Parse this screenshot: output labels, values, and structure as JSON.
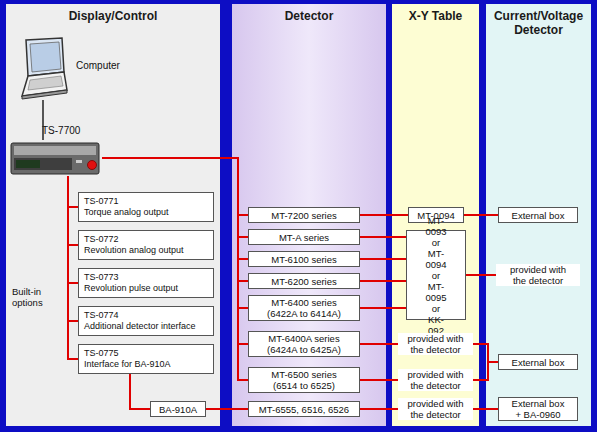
{
  "diagram": {
    "nodes": [
      {
        "text": [
          "Display/Control"
        ]
      },
      {
        "text": [
          "Computer"
        ],
        "in": 0
      },
      {
        "text": [
          "TS-7700"
        ],
        "in": 0
      },
      {
        "text": [
          "TS-0771",
          "Torque analog output"
        ],
        "in": 0
      },
      {
        "text": [
          "TS-0772",
          "Revolution analog output"
        ],
        "in": 0
      },
      {
        "text": [
          "TS-0773",
          "Revolution pulse output"
        ],
        "in": 0
      },
      {
        "text": [
          "TS-0774",
          "Additional detector interface"
        ],
        "in": 0
      },
      {
        "text": [
          "TS-0775",
          "Interface for BA-910A"
        ],
        "in": 0
      },
      {
        "text": [
          "BA-910A"
        ],
        "in": 0
      },
      {
        "text": [
          "Detector"
        ]
      },
      {
        "text": [
          "MT-7200 series"
        ],
        "in": 9
      },
      {
        "text": [
          "MT-A series"
        ],
        "in": 9
      },
      {
        "text": [
          "MT-6100 series"
        ],
        "in": 9
      },
      {
        "text": [
          "MT-6200 series"
        ],
        "in": 9
      },
      {
        "text": [
          "MT-6400 series (6422A to 6414A)"
        ],
        "in": 9
      },
      {
        "text": [
          "MT-6400A series (6424A to 6425A)"
        ],
        "in": 9
      },
      {
        "text": [
          "MT-6500 series (6514 to 6525)"
        ],
        "in": 9
      },
      {
        "text": [
          "MT-6555, 6516, 6526"
        ],
        "in": 9
      },
      {
        "text": [
          "X-Y Table"
        ]
      },
      {
        "text": [
          "MT-0094"
        ],
        "in": 18
      },
      {
        "text": [
          "MT-0093 or MT-0094 or MT-0095 or KK-092"
        ],
        "in": 18
      },
      {
        "text": [
          "provided with the detector"
        ],
        "in": 18
      },
      {
        "text": [
          "provided with the detector"
        ],
        "in": 18
      },
      {
        "text": [
          "provided with the detector"
        ],
        "in": 18
      },
      {
        "text": [
          "Current/Voltage Detector"
        ]
      },
      {
        "text": [
          "External box"
        ],
        "in": 24
      },
      {
        "text": [
          "provided with the detector"
        ],
        "in": 24
      },
      {
        "text": [
          "External box"
        ],
        "in": 24
      },
      {
        "text": [
          "External box + BA-0960"
        ],
        "in": 24
      }
    ],
    "edges": [
      {
        "from": 1,
        "to": 2,
        "arrow": "none"
      },
      {
        "from": 2,
        "to": 10,
        "arrow": "none"
      },
      {
        "from": 2,
        "to": 11,
        "arrow": "none"
      },
      {
        "from": 2,
        "to": 12,
        "arrow": "none"
      },
      {
        "from": 2,
        "to": 13,
        "arrow": "none"
      },
      {
        "from": 2,
        "to": 14,
        "arrow": "none"
      },
      {
        "from": 2,
        "to": 15,
        "arrow": "none"
      },
      {
        "from": 2,
        "to": 16,
        "arrow": "none"
      },
      {
        "from": 2,
        "to": 3,
        "arrow": "none"
      },
      {
        "from": 2,
        "to": 4,
        "arrow": "none"
      },
      {
        "from": 2,
        "to": 5,
        "arrow": "none"
      },
      {
        "from": 2,
        "to": 6,
        "arrow": "none"
      },
      {
        "from": 2,
        "to": 7,
        "arrow": "none"
      },
      {
        "from": 7,
        "to": 8,
        "arrow": "none"
      },
      {
        "from": 8,
        "to": 17,
        "arrow": "none"
      },
      {
        "from": 10,
        "to": 19,
        "arrow": "none"
      },
      {
        "from": 19,
        "to": 25,
        "arrow": "none"
      },
      {
        "from": 11,
        "to": 20,
        "arrow": "none"
      },
      {
        "from": 12,
        "to": 20,
        "arrow": "none"
      },
      {
        "from": 13,
        "to": 20,
        "arrow": "none"
      },
      {
        "from": 14,
        "to": 20,
        "arrow": "none"
      },
      {
        "from": 20,
        "to": 26,
        "arrow": "none"
      },
      {
        "from": 15,
        "to": 21,
        "arrow": "none"
      },
      {
        "from": 16,
        "to": 22,
        "arrow": "none"
      },
      {
        "from": 21,
        "to": 27,
        "arrow": "none"
      },
      {
        "from": 22,
        "to": 27,
        "arrow": "none"
      },
      {
        "from": 17,
        "to": 23,
        "arrow": "none"
      },
      {
        "from": 23,
        "to": 28,
        "arrow": "none"
      }
    ],
    "labels": [
      "Built-in options"
    ]
  }
}
